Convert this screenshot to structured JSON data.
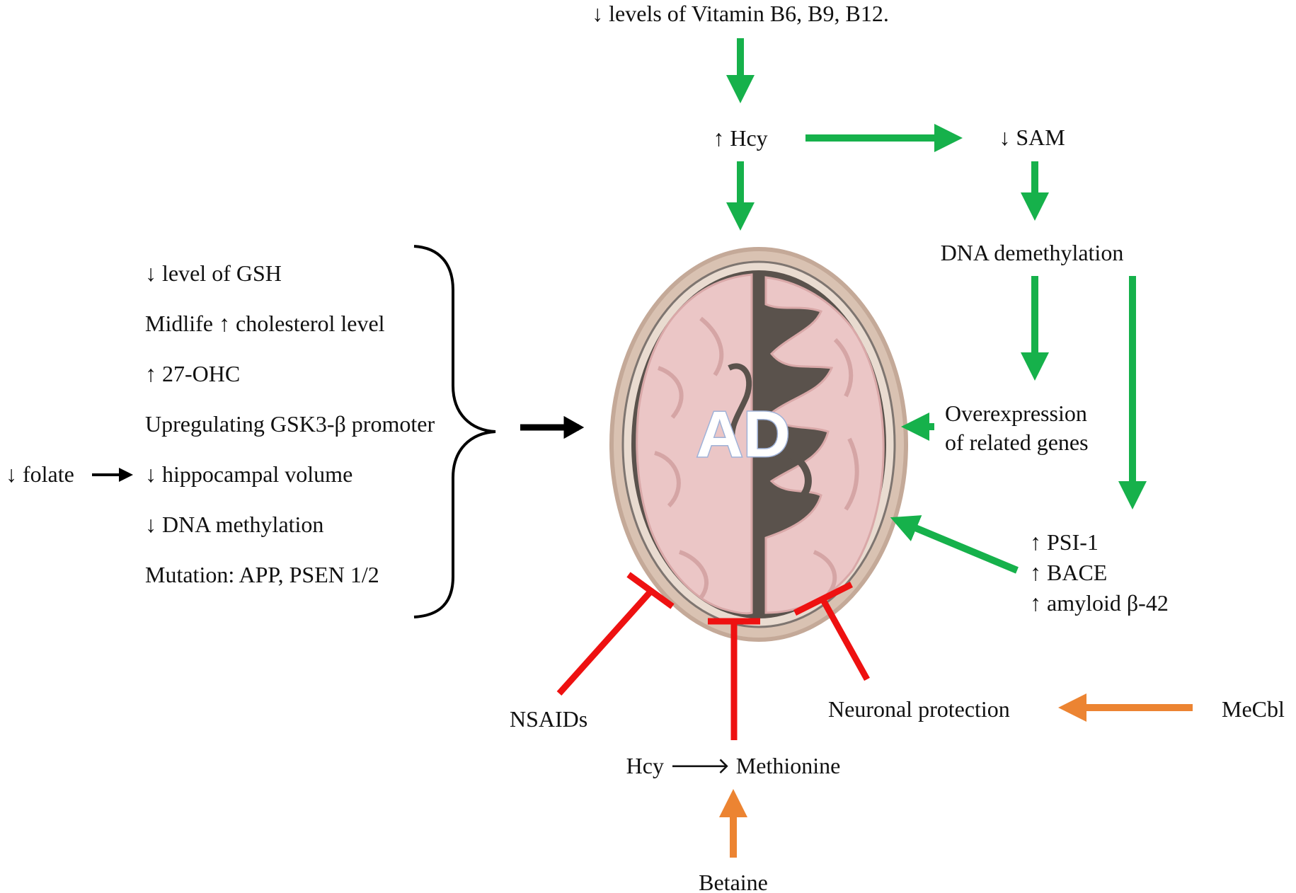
{
  "colors": {
    "promote_arrow": "#16b14b",
    "inhibit_bar": "#ee1111",
    "supply_arrow": "#ec8432",
    "neutral_arrow": "#000000",
    "brain_outer": "#d9c2b2",
    "brain_tissue": "#ebc6c6",
    "brain_gap": "#5a524c"
  },
  "top": {
    "vitamins": "↓ levels of Vitamin B6, B9, B12.",
    "hcy": "↑ Hcy",
    "sam": "↓ SAM"
  },
  "right": {
    "dna_demethylation": "DNA demethylation",
    "overexpression_line1": "Overexpression",
    "overexpression_line2": "of related genes",
    "psi": "↑ PSI-1",
    "bace": "↑ BACE",
    "amyloid": "↑ amyloid β-42"
  },
  "left": {
    "items": [
      "↓ level of GSH",
      "Midlife ↑ cholesterol level",
      "↑ 27-OHC",
      "Upregulating GSK3-β promoter",
      "↓ hippocampal volume",
      "↓ DNA methylation",
      "Mutation: APP, PSEN 1/2"
    ],
    "folate": "↓ folate"
  },
  "center": {
    "brain_label": "AD",
    "brain_icon": "brain-axial-section-icon"
  },
  "bottom": {
    "nsaids": "NSAIDs",
    "hcy_methionine": "Hcy 🡒 Methionine",
    "betaine": "Betaine",
    "neuronal_protection": "Neuronal protection",
    "mecbl": "MeCbl"
  }
}
